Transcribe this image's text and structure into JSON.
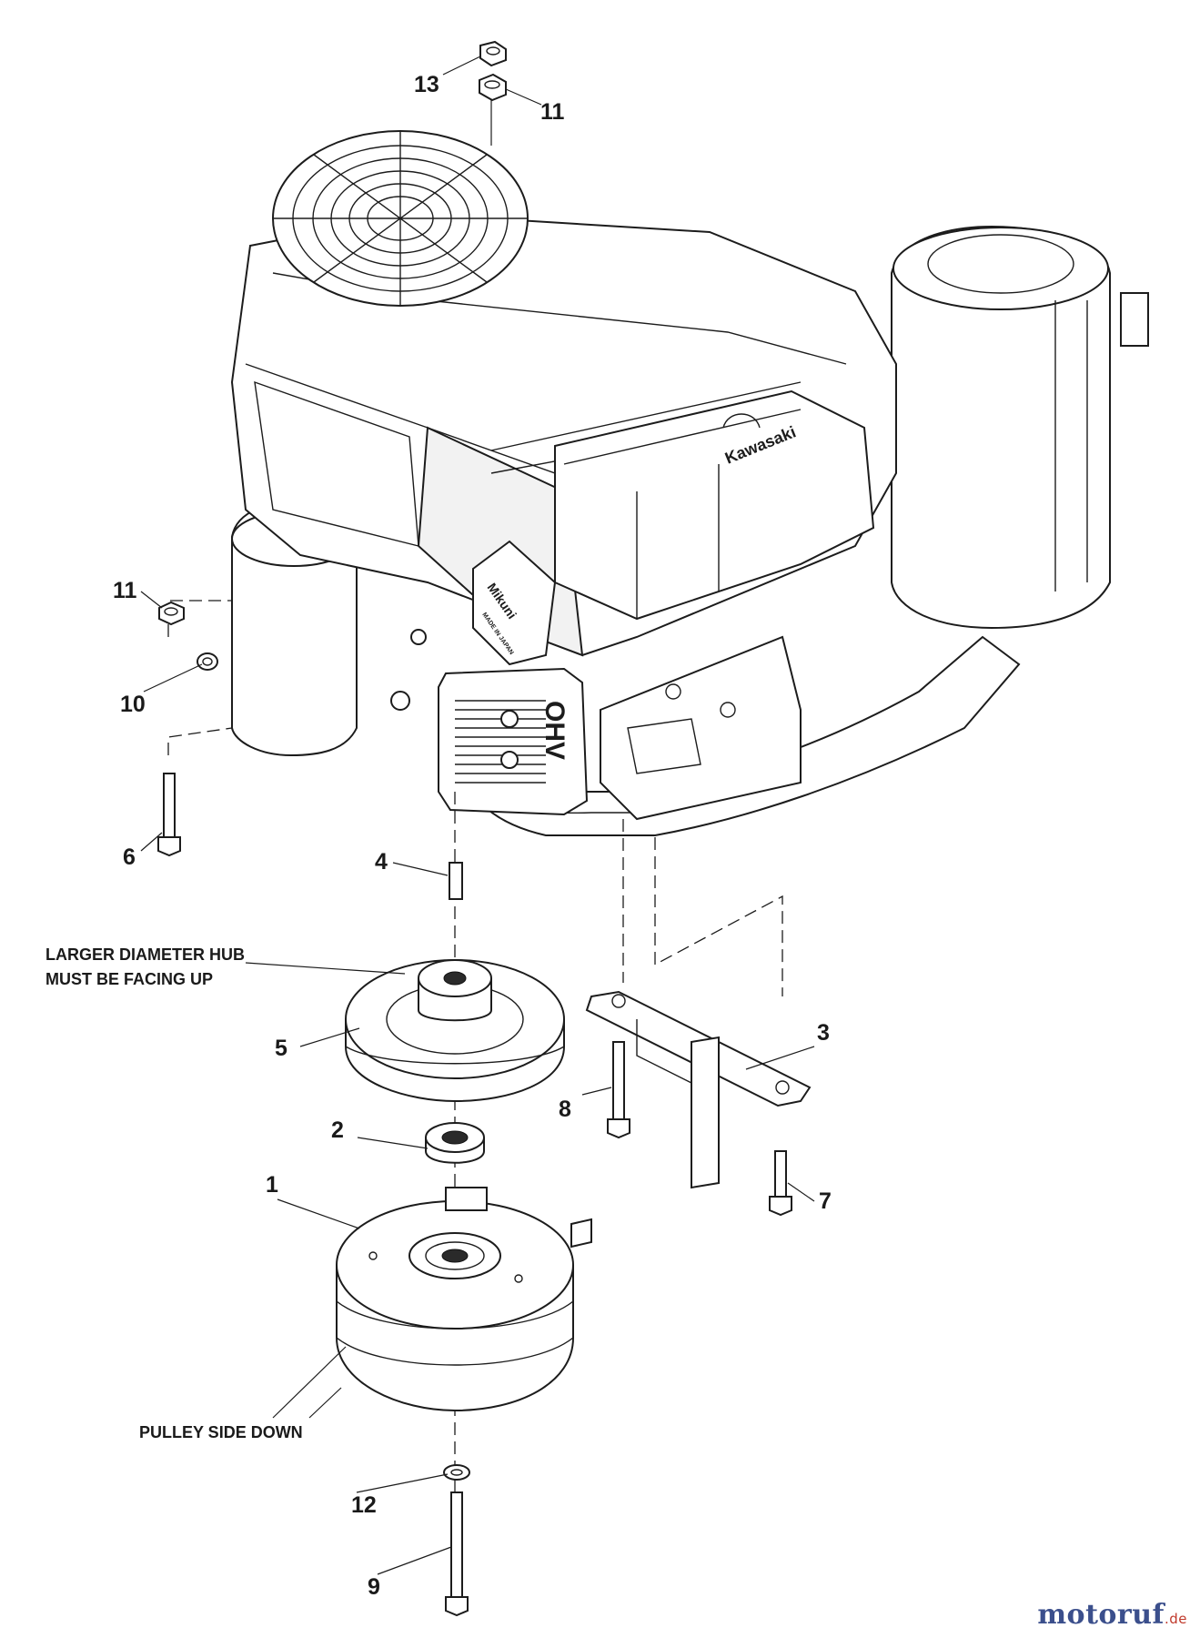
{
  "notes": {
    "hub_line1": "LARGER DIAMETER HUB",
    "hub_line2": "MUST BE FACING UP",
    "pulley": "PULLEY SIDE DOWN"
  },
  "engine_marks": {
    "brand": "Kawasaki",
    "carb": "Mikuni",
    "carb_small": "MADE IN JAPAN",
    "valve_cover": "OHV"
  },
  "callouts": {
    "c13": "13",
    "c11_top": "11",
    "c11_left": "11",
    "c10": "10",
    "c6": "6",
    "c4": "4",
    "c5": "5",
    "c2": "2",
    "c1": "1",
    "c3": "3",
    "c8": "8",
    "c7": "7",
    "c12": "12",
    "c9": "9"
  },
  "watermark": {
    "name": "motoruf",
    "suffix": ".de"
  }
}
